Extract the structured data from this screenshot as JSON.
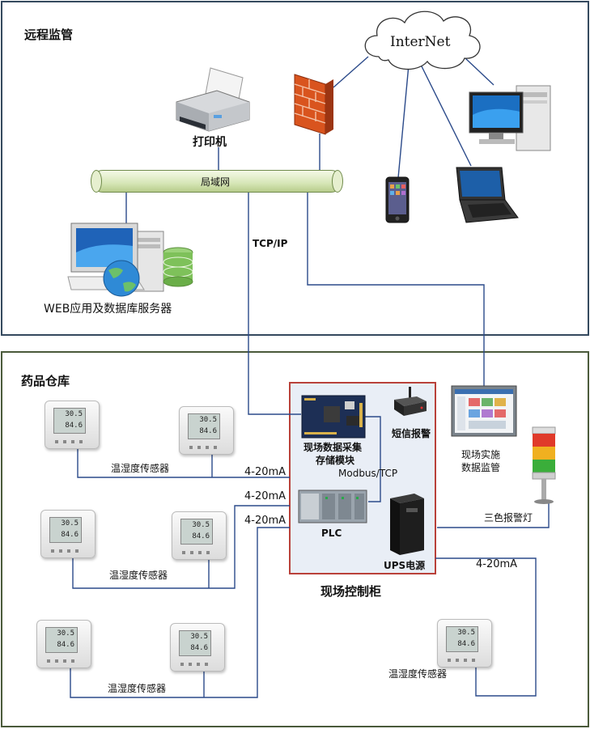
{
  "remote": {
    "title": "远程监管"
  },
  "warehouse": {
    "title": "药品仓库"
  },
  "internet": {
    "label": "InterNet"
  },
  "printer": {
    "label": "打印机"
  },
  "lan": {
    "label": "局域网"
  },
  "server": {
    "label": "WEB应用及数据库服务器"
  },
  "network": {
    "tcpip_label": "TCP/IP",
    "modbus_label": "Modbus/TCP"
  },
  "cabinet": {
    "title": "现场控制柜",
    "collector_label_1": "现场数据采集",
    "collector_label_2": "存储模块",
    "sms_label": "短信报警",
    "plc_label": "PLC",
    "ups_label": "UPS电源"
  },
  "monitor": {
    "label_1": "现场实施",
    "label_2": "数据监管"
  },
  "alarm_light": {
    "label": "三色报警灯"
  },
  "signals": {
    "s1": "4-20mA",
    "s2": "4-20mA",
    "s3": "4-20mA",
    "s4": "4-20mA"
  },
  "sensors": {
    "reading_temp": "30.5",
    "reading_hum": "84.6",
    "group1_label": "温湿度传感器",
    "group2_label": "温湿度传感器",
    "group3_label": "温湿度传感器",
    "group4_label": "温湿度传感器"
  },
  "colors": {
    "region_border": "#34495e",
    "wire": "#2b4a8a",
    "cabinet_border": "#b9413a",
    "cabinet_fill": "#e9eef6"
  }
}
